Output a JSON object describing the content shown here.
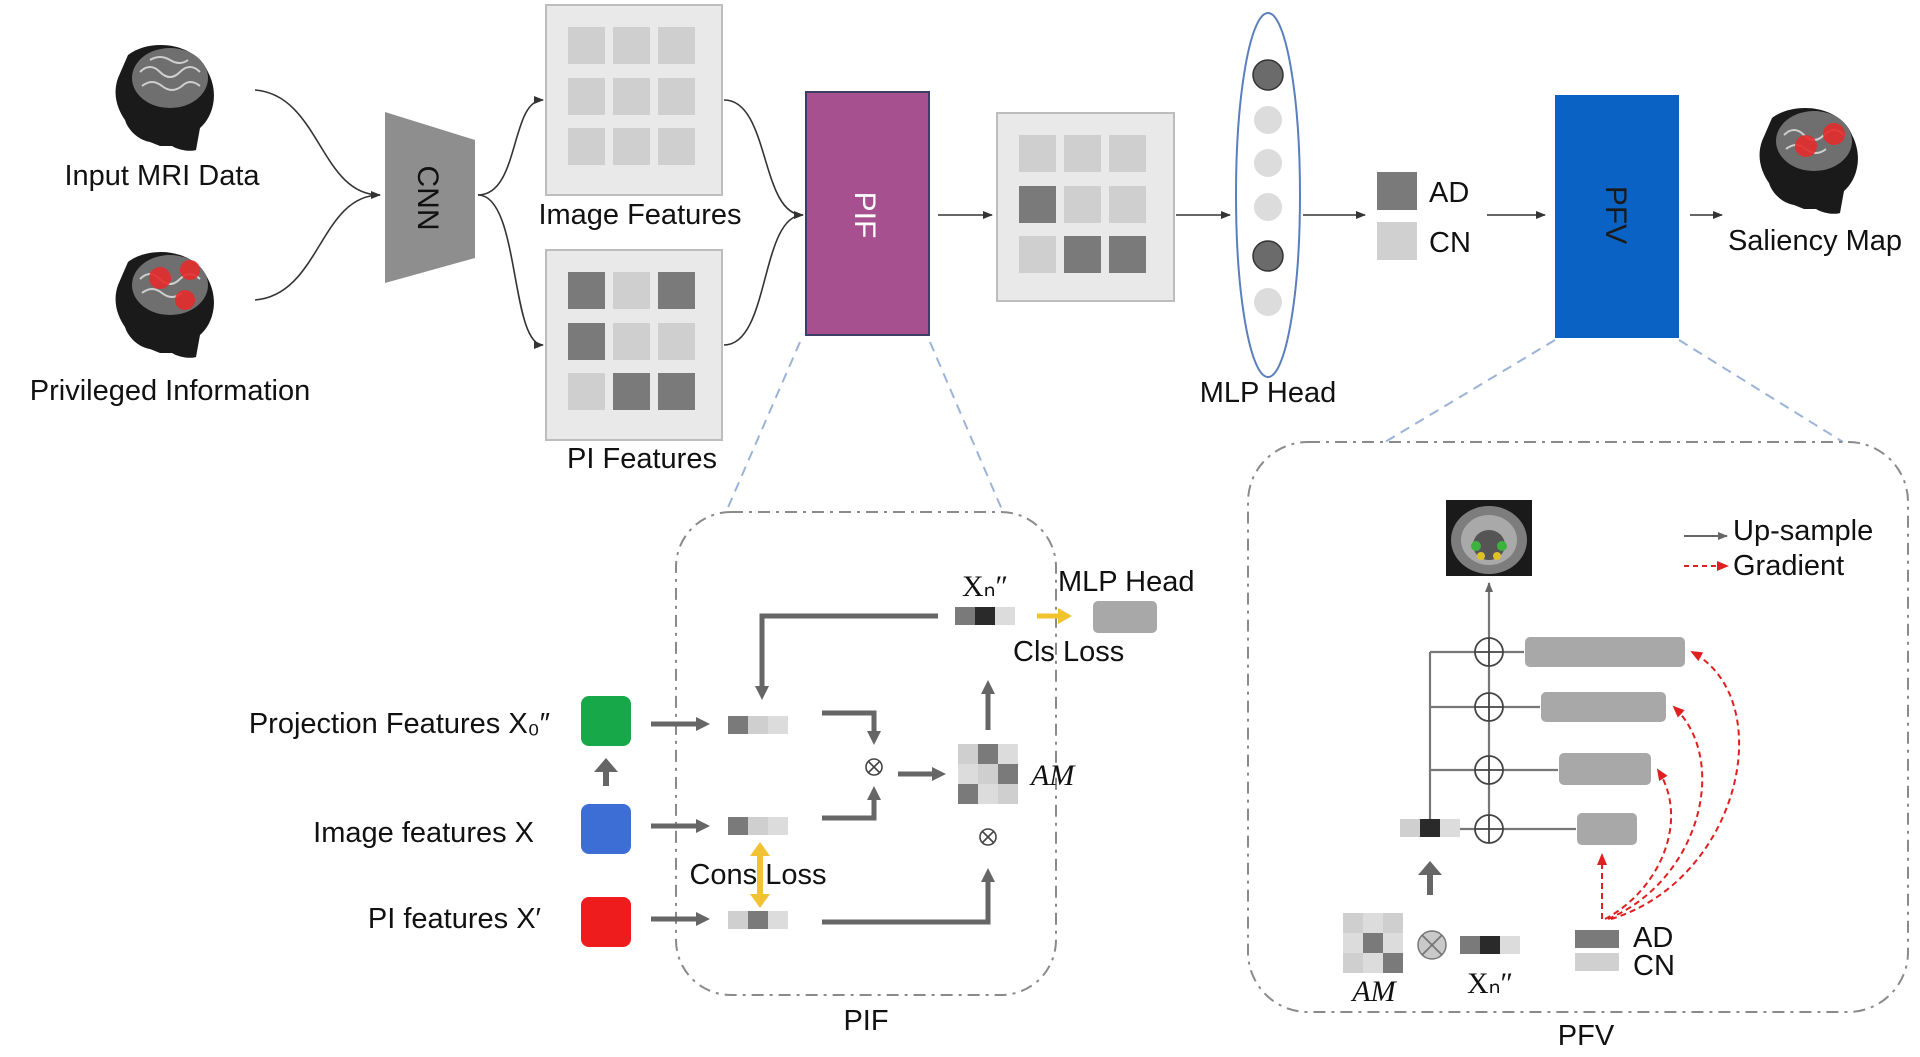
{
  "top": {
    "input_mri_label": "Input MRI Data",
    "privileged_info_label": "Privileged Information",
    "cnn_label": "CNN",
    "image_features_label": "Image Features",
    "pi_features_label": "PI Features",
    "pif_label": "PIF",
    "mlp_head_label": "MLP Head",
    "ad_label": "AD",
    "cn_label": "CN",
    "pfv_label": "PFV",
    "saliency_label": "Saliency Map"
  },
  "pif_detail": {
    "projection_label": "Projection Features X₀″",
    "image_label": "Image features X",
    "pi_label": "PI features X′",
    "xn_label": "Xₙ″",
    "mlp_head_label": "MLP Head",
    "cls_loss_label": "Cls Loss",
    "cons_loss_label": "Cons Loss",
    "am_label": "AM",
    "caption": "PIF"
  },
  "pfv_detail": {
    "upsample_label": "Up-sample",
    "gradient_label": "Gradient",
    "ad_label": "AD",
    "cn_label": "CN",
    "am_label": "AM",
    "xn_label": "Xₙ″",
    "caption": "PFV"
  },
  "colors": {
    "pif_box": "#a6508f",
    "pfv_box": "#0a63c4",
    "projection_square": "#17a84a",
    "image_square": "#3d6ed6",
    "pi_square": "#ee1c1c",
    "gradient_arrow": "#e02020",
    "cons_loss_arrow": "#f1c232"
  }
}
